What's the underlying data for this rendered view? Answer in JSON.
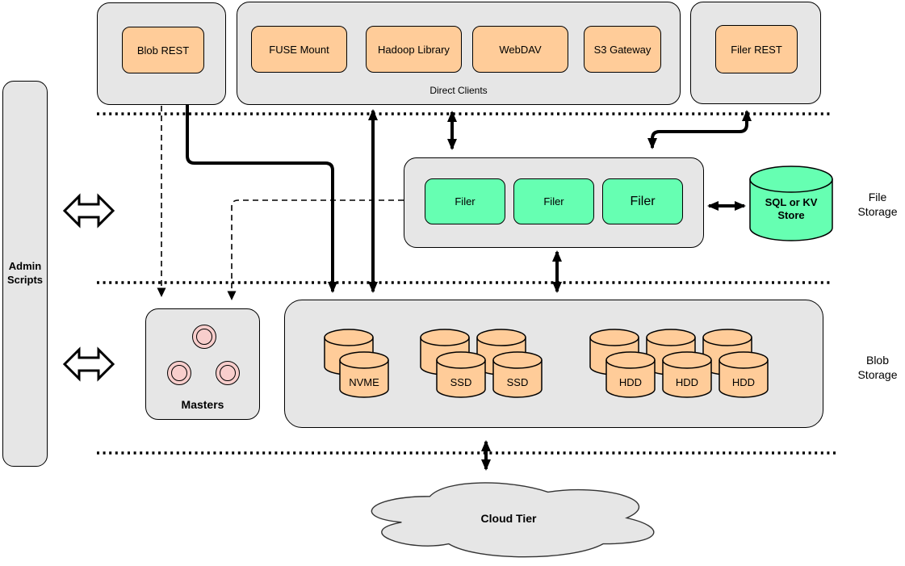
{
  "admin": {
    "label": "Admin Scripts"
  },
  "top_row": {
    "blob_rest_label": "Blob REST",
    "direct_clients": {
      "caption": "Direct Clients",
      "items": [
        {
          "label": "FUSE Mount"
        },
        {
          "label": "Hadoop Library"
        },
        {
          "label": "WebDAV"
        },
        {
          "label": "S3 Gateway"
        }
      ]
    },
    "filer_rest_label": "Filer REST"
  },
  "file_storage": {
    "filers": [
      {
        "label": "Filer"
      },
      {
        "label": "Filer"
      },
      {
        "label": "Filer"
      }
    ],
    "kv_store_label": "SQL or KV Store",
    "tier_label": "File Storage"
  },
  "masters": {
    "label": "Masters"
  },
  "blob_storage": {
    "tier_label": "Blob Storage",
    "volumes": [
      {
        "label": "NVME"
      },
      {
        "label": "SSD"
      },
      {
        "label": "SSD"
      },
      {
        "label": "HDD"
      },
      {
        "label": "HDD"
      },
      {
        "label": "HDD"
      }
    ]
  },
  "cloud": {
    "label": "Cloud Tier"
  },
  "colors": {
    "container_fill": "#e6e6e6",
    "client_fill": "#ffcc99",
    "filer_fill": "#66ffb2",
    "master_fill": "#f8cecc",
    "stroke": "#000000"
  }
}
